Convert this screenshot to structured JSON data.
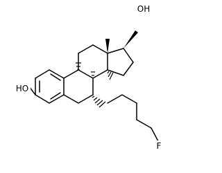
{
  "molecule": {
    "atoms": {
      "hydroxyl_17": "OH",
      "hydroxyl_3": "HO",
      "fluorine": "F"
    }
  }
}
